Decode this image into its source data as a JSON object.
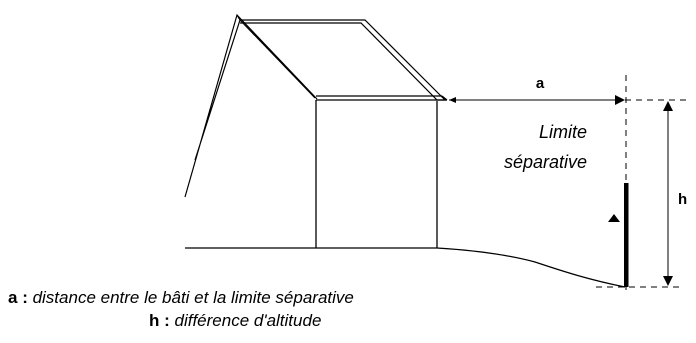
{
  "labels": {
    "a": "a",
    "h": "h",
    "limite_line1": "Limite",
    "limite_line2": "séparative"
  },
  "legend": [
    {
      "key": "a",
      "separator": " : ",
      "description": "distance entre le bâti et la limite séparative"
    },
    {
      "key": "h",
      "separator": " : ",
      "description": "différence d'altitude"
    }
  ],
  "colors": {
    "ink": "#000000",
    "background": "#ffffff"
  }
}
